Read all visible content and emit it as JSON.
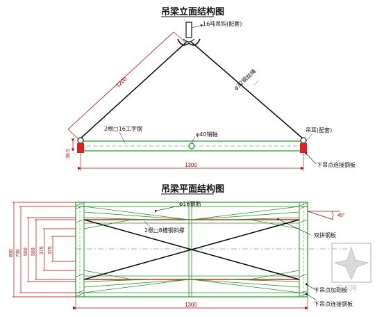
{
  "elevation": {
    "title": "吊梁立面结构图",
    "hook_label": "16吨吊钩(配套)",
    "sling_label": "φ32钢丝绳",
    "beam_label": "2根□16工字钢",
    "pin_label": "φ40销轴",
    "lug_label": "吊耳(配套)",
    "bottom_label": "下吊点连接钢板",
    "sling_length": "1200",
    "beam_height": "38.5",
    "span": "1300"
  },
  "plan": {
    "title": "吊梁平面结构图",
    "top_label": "φ16钢筋",
    "brace_label": "2根□8槽钢斜撑",
    "right_label": "双拼钢板",
    "bottom1": "下吊点加劲板",
    "bottom2": "下吊点连接钢板",
    "angle": "45°",
    "dims": [
      "800",
      "730",
      "500",
      "500",
      "375",
      "375"
    ],
    "span": "1300"
  },
  "watermark": {
    "text": "筑龙网"
  }
}
